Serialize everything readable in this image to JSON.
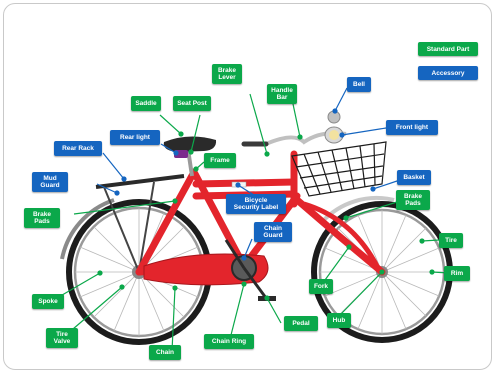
{
  "colors": {
    "standard": "#0ba84a",
    "accessory": "#1565c0",
    "frame": "#e3252c",
    "leader_green": "#0ba84a",
    "leader_blue": "#1565c0"
  },
  "legend": {
    "standard": "Standard Part",
    "accessory": "Accessory"
  },
  "parts": {
    "brake_lever": "Brake\nLever",
    "handle_bar": "Handle\nBar",
    "bell": "Bell",
    "saddle": "Saddle",
    "seat_post": "Seat Post",
    "rear_light": "Rear light",
    "front_light": "Front light",
    "rear_rack": "Rear Rack",
    "frame": "Frame",
    "mud_guard": "Mud\nGuard",
    "basket": "Basket",
    "bicycle_security_label": "Bicycle\nSecurity Label",
    "brake_pads_front": "Brake\nPads",
    "brake_pads_rear": "Brake\nPads",
    "chain_guard": "Chain\nGuard",
    "tire": "Tire",
    "rim": "Rim",
    "fork": "Fork",
    "hub": "Hub",
    "pedal": "Pedal",
    "chain_ring": "Chain Ring",
    "chain": "Chain",
    "spoke": "Spoke",
    "tire_valve": "Tire\nValve"
  }
}
